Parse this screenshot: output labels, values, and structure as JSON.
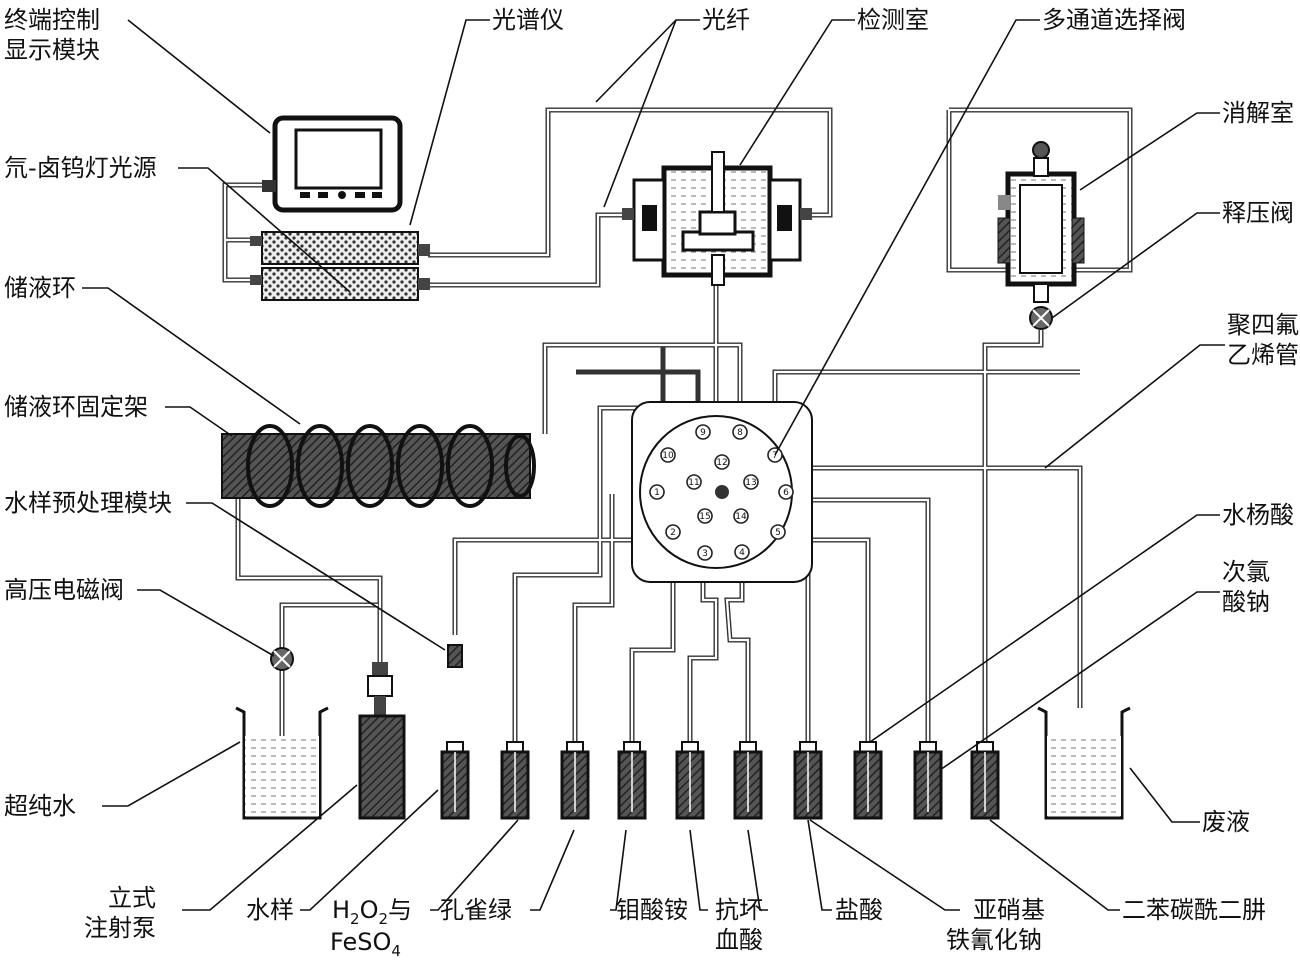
{
  "labels": {
    "terminal_line1": "终端控制",
    "terminal_line2": "显示模块",
    "spectrometer": "光谱仪",
    "fiber": "光纤",
    "detection_chamber": "检测室",
    "multichannel_valve": "多通道选择阀",
    "digestion_chamber": "消解室",
    "light_source": "氘-卤钨灯光源",
    "relief_valve": "释压阀",
    "storage_loop": "储液环",
    "ptfe_line1": "聚四氟",
    "ptfe_line2": "乙烯管",
    "loop_holder": "储液环固定架",
    "pretreatment": "水样预处理模块",
    "salicylic_acid": "水杨酸",
    "hypochlorite_line1": "次氯",
    "hypochlorite_line2": "酸钠",
    "hv_solenoid": "高压电磁阀",
    "ultrapure_water": "超纯水",
    "waste": "废液",
    "syringe_line1": "立式",
    "syringe_line2": "注射泵",
    "water_sample": "水样",
    "h2o2_main": "H",
    "h2o2_sub1": "2",
    "h2o2_mid": "O",
    "h2o2_sub2": "2",
    "h2o2_tail": "与",
    "feso4_main": "FeSO",
    "feso4_sub": "4",
    "malachite_green": "孔雀绿",
    "ammonium_molybdate": "钼酸铵",
    "ascorbic_line1": "抗坏",
    "ascorbic_line2": "血酸",
    "hydrochloric_acid": "盐酸",
    "nitroprusside_line1": "亚硝基",
    "nitroprusside_line2": "铁氰化钠",
    "diphenylcarbazide": "二苯碳酰二肼"
  },
  "valve_ports": [
    "1",
    "2",
    "3",
    "4",
    "5",
    "6",
    "7",
    "8",
    "9",
    "10",
    "11",
    "12",
    "13",
    "14",
    "15"
  ]
}
